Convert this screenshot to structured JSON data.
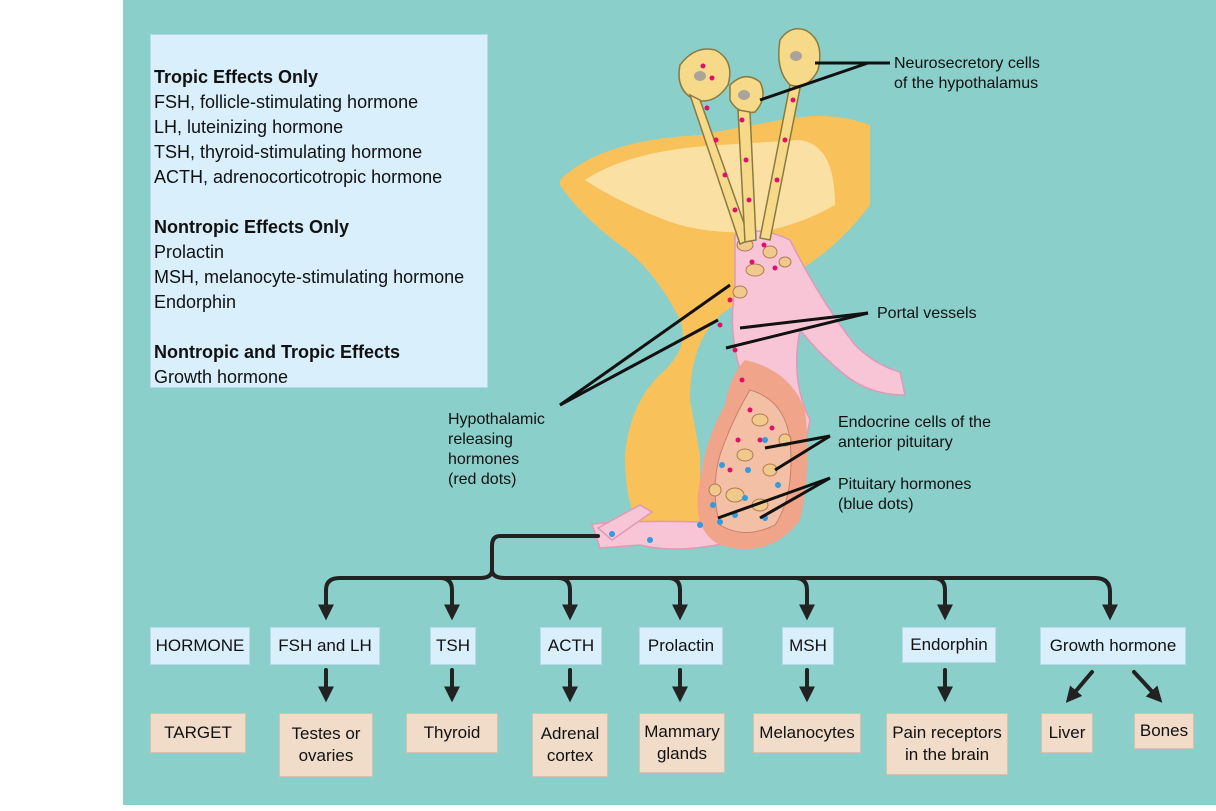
{
  "legend": {
    "tropic_title": "Tropic Effects Only",
    "tropic_items": [
      "FSH, follicle-stimulating hormone",
      "LH, luteinizing hormone",
      "TSH, thyroid-stimulating hormone",
      "ACTH, adrenocorticotropic hormone"
    ],
    "nontropic_title": "Nontropic Effects Only",
    "nontropic_items": [
      "Prolactin",
      "MSH, melanocyte-stimulating hormone",
      "Endorphin"
    ],
    "both_title": "Nontropic and Tropic Effects",
    "both_items": [
      "Growth hormone"
    ]
  },
  "labels": {
    "neurosecretory_1": "Neurosecretory cells",
    "neurosecretory_2": "of the hypothalamus",
    "portal": "Portal vessels",
    "releasing_1": "Hypothalamic",
    "releasing_2": "releasing",
    "releasing_3": "hormones",
    "releasing_4": "(red dots)",
    "endocrine_1": "Endocrine cells of the",
    "endocrine_2": "anterior pituitary",
    "pituitary_1": "Pituitary hormones",
    "pituitary_2": "(blue dots)"
  },
  "row_labels": {
    "hormone": "HORMONE",
    "target": "TARGET"
  },
  "hormones": [
    "FSH and LH",
    "TSH",
    "ACTH",
    "Prolactin",
    "MSH",
    "Endorphin",
    "Growth hormone"
  ],
  "targets": {
    "testes_1": "Testes or",
    "testes_2": "ovaries",
    "thyroid": "Thyroid",
    "adrenal_1": "Adrenal",
    "adrenal_2": "cortex",
    "mammary_1": "Mammary",
    "mammary_2": "glands",
    "melanocytes": "Melanocytes",
    "pain_1": "Pain receptors",
    "pain_2": "in the brain",
    "liver": "Liver",
    "bones": "Bones"
  },
  "colors": {
    "background": "#8acfca",
    "hormone_box": "#d9effb",
    "target_box": "#f0dcc9",
    "hypothalamus": "#f9c15a",
    "portal_vessel": "#f8c5d7",
    "anterior_pituitary": "#f0a48a",
    "red_dot": "#e0106a",
    "blue_dot": "#2f9be0"
  }
}
